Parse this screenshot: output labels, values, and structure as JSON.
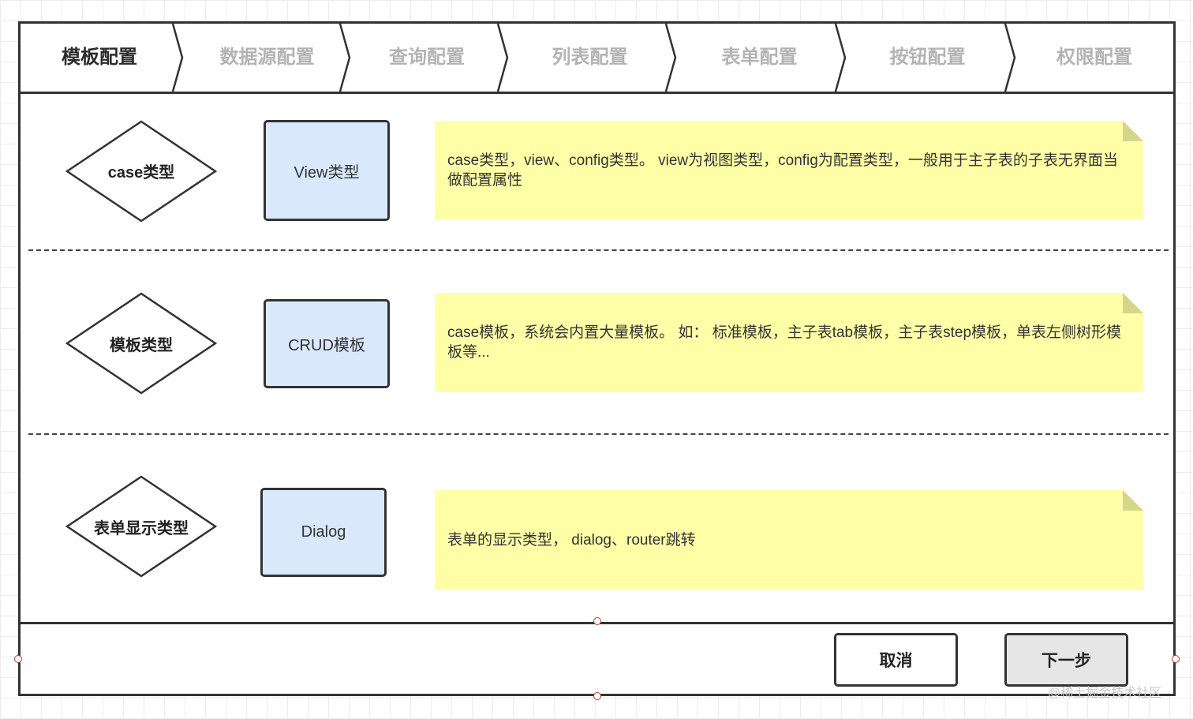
{
  "steps": [
    {
      "label": "模板配置",
      "active": true
    },
    {
      "label": "数据源配置",
      "active": false
    },
    {
      "label": "查询配置",
      "active": false
    },
    {
      "label": "列表配置",
      "active": false
    },
    {
      "label": "表单配置",
      "active": false
    },
    {
      "label": "按钮配置",
      "active": false
    },
    {
      "label": "权限配置",
      "active": false
    }
  ],
  "rows": [
    {
      "category": "case类型",
      "option": "View类型",
      "note": "case类型，view、config类型。 view为视图类型，config为配置类型，一般用于主子表的子表无界面当做配置属性"
    },
    {
      "category": "模板类型",
      "option": "CRUD模板",
      "note": "case模板，系统会内置大量模板。 如： 标准模板，主子表tab模板，主子表step模板，单表左侧树形模板等..."
    },
    {
      "category": "表单显示类型",
      "option": "Dialog",
      "note": "表单的显示类型， dialog、router跳转"
    }
  ],
  "footer": {
    "cancel_label": "取消",
    "next_label": "下一步"
  },
  "watermark": "@稀土掘金技术社区",
  "colors": {
    "note_bg": "#ffffa8",
    "note_fold": "#d6d68a",
    "option_bg": "#dae8fc",
    "stroke": "#333333",
    "inactive_step": "#b3b3b3",
    "handle": "#c0392b"
  }
}
